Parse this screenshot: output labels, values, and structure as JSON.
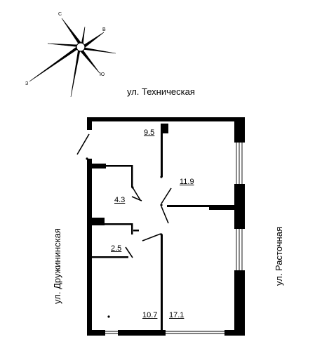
{
  "compass": {
    "letters": {
      "north": "С",
      "east": "В",
      "south": "Ю",
      "west": "З"
    }
  },
  "streets": {
    "top": "ул. Техническая",
    "left": "ул. Дружининская",
    "right": "ул. Расточная"
  },
  "rooms": [
    {
      "id": "corridor",
      "area": "9.5"
    },
    {
      "id": "room-right-top",
      "area": "11.9"
    },
    {
      "id": "bathroom",
      "area": "4.3"
    },
    {
      "id": "wc",
      "area": "2.5"
    },
    {
      "id": "room-left-bottom",
      "area": "10.7"
    },
    {
      "id": "room-right-bottom",
      "area": "17.1"
    }
  ],
  "colors": {
    "wall": "#000000",
    "background": "#ffffff"
  }
}
